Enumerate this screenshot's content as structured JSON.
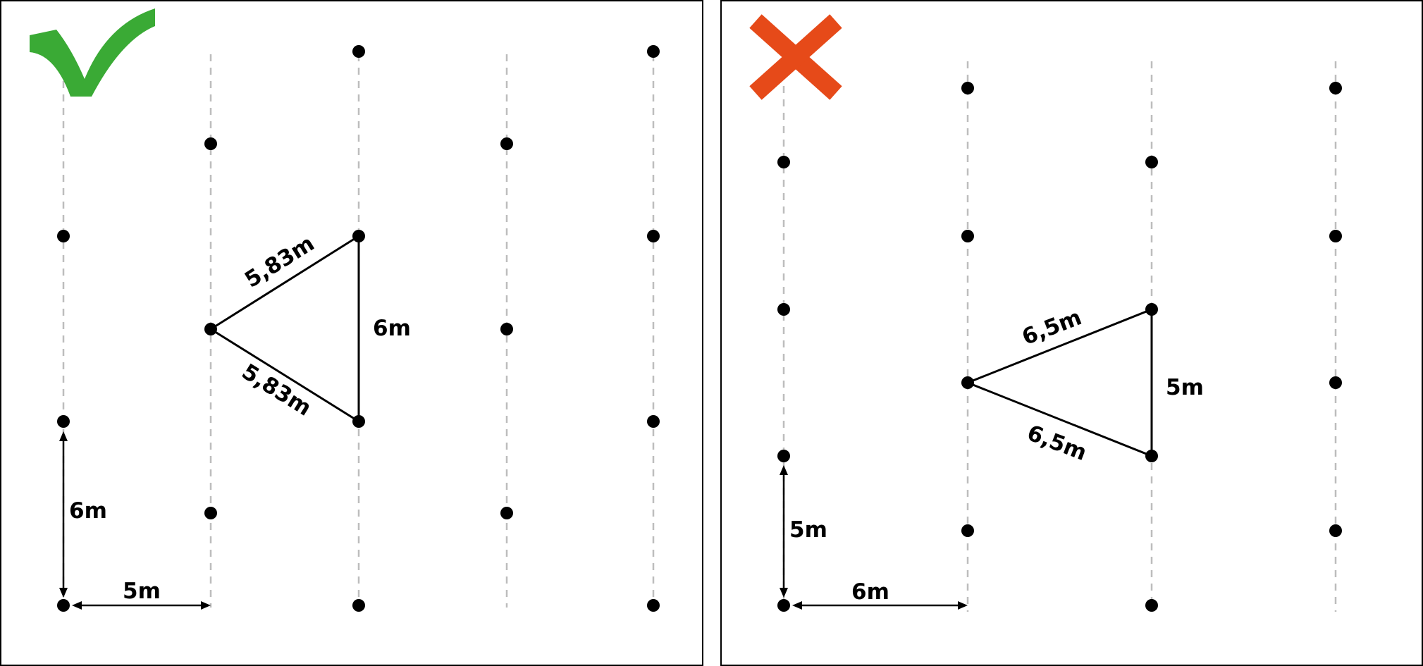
{
  "panels": [
    {
      "verdict_icon": "checkmark-icon",
      "verdict_color": "#3AAA35",
      "labels": {
        "triangle_upper": "5,83m",
        "triangle_lower": "5,83m",
        "triangle_side": "6m",
        "vertical_spacing": "6m",
        "horizontal_spacing": "5m"
      }
    },
    {
      "verdict_icon": "cross-icon",
      "verdict_color": "#E64A19",
      "labels": {
        "triangle_upper": "6,5m",
        "triangle_lower": "6,5m",
        "triangle_side": "5m",
        "vertical_spacing": "5m",
        "horizontal_spacing": "6m"
      }
    }
  ]
}
